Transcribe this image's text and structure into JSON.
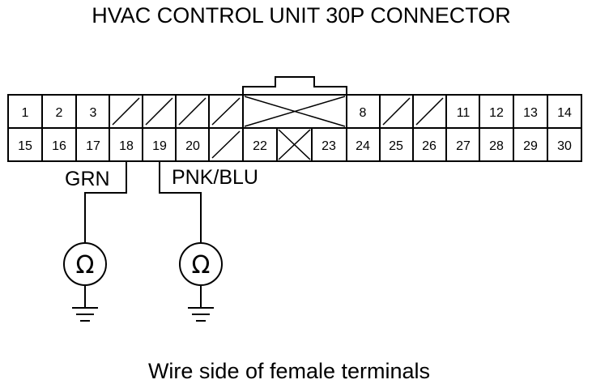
{
  "title": "HVAC CONTROL UNIT 30P CONNECTOR",
  "caption": "Wire side of female terminals",
  "connector": {
    "row1": [
      "1",
      "2",
      "3",
      "",
      "",
      "",
      "",
      "",
      "",
      "8",
      "",
      "",
      "11",
      "12",
      "13",
      "14"
    ],
    "row2": [
      "15",
      "16",
      "17",
      "18",
      "19",
      "20",
      "",
      "22",
      "",
      "23",
      "24",
      "25",
      "26",
      "27",
      "28",
      "29",
      "30"
    ]
  },
  "wires": [
    {
      "label": "GRN",
      "terminal": "18"
    },
    {
      "label": "PNK/BLU",
      "terminal": "19"
    }
  ],
  "meters": [
    {
      "symbol": "Ω",
      "icon": "ohmmeter-icon"
    },
    {
      "symbol": "Ω",
      "icon": "ohmmeter-icon"
    }
  ],
  "grounds": [
    {
      "icon": "ground-icon"
    },
    {
      "icon": "ground-icon"
    }
  ]
}
